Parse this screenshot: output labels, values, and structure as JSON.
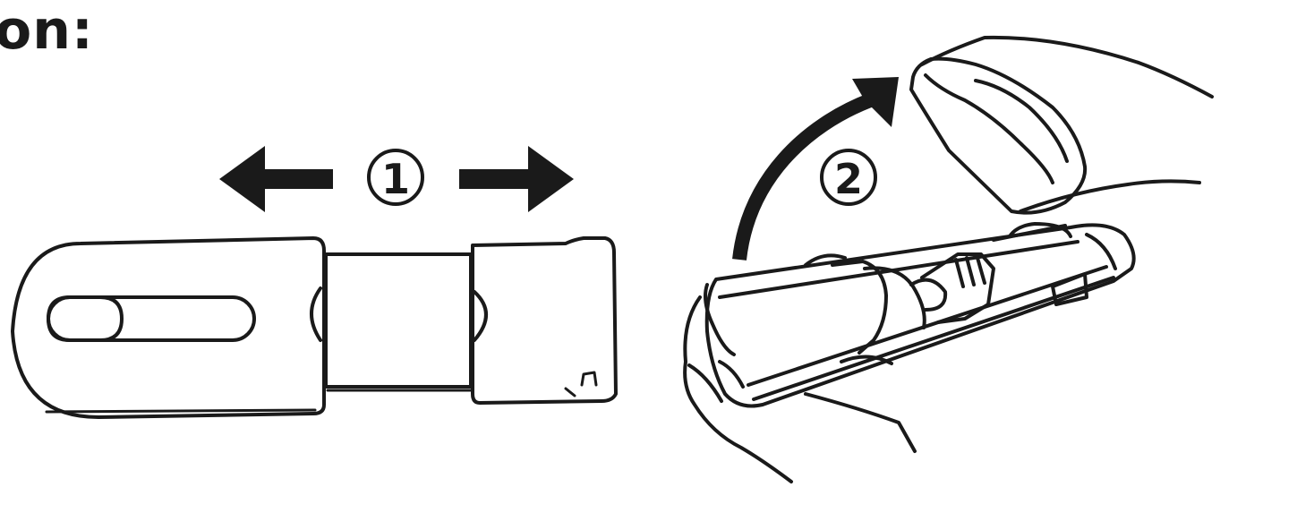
{
  "heading": {
    "text": "on:"
  },
  "steps": [
    {
      "number": "1",
      "icon": "slide-apart-arrows-icon"
    },
    {
      "number": "2",
      "icon": "lift-up-arrow-icon"
    }
  ],
  "colors": {
    "ink": "#1a1a1a",
    "paper": "#ffffff"
  }
}
